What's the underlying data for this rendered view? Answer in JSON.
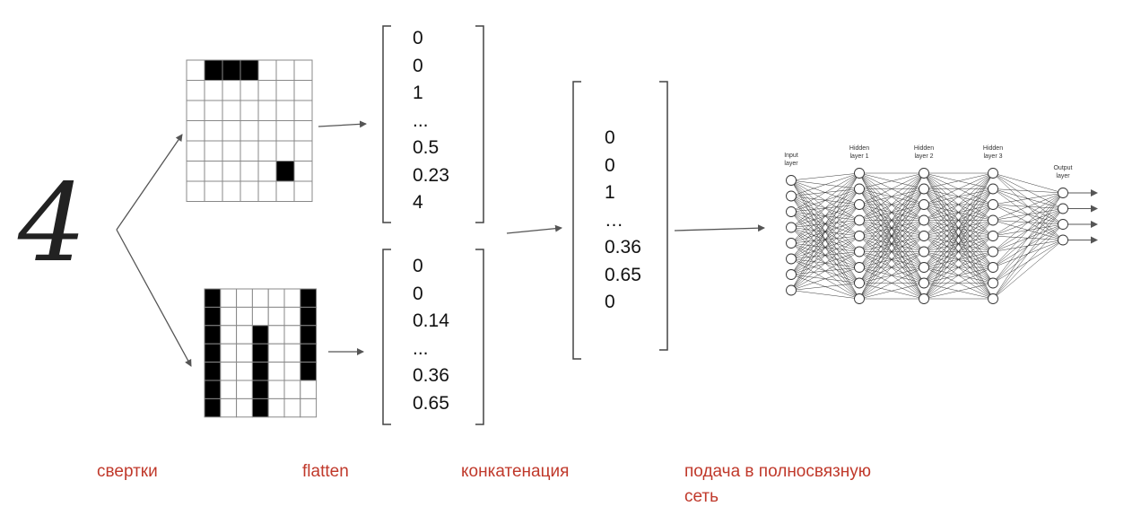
{
  "digit": "4",
  "grid_top": {
    "cols": 7,
    "rows": 7,
    "filled": [
      [
        0,
        1
      ],
      [
        0,
        2
      ],
      [
        0,
        3
      ],
      [
        5,
        5
      ]
    ]
  },
  "grid_bottom": {
    "cols": 7,
    "rows": 7,
    "filled": [
      [
        0,
        0
      ],
      [
        1,
        0
      ],
      [
        2,
        0
      ],
      [
        3,
        0
      ],
      [
        4,
        0
      ],
      [
        5,
        0
      ],
      [
        6,
        0
      ],
      [
        2,
        3
      ],
      [
        3,
        3
      ],
      [
        4,
        3
      ],
      [
        5,
        3
      ],
      [
        6,
        3
      ],
      [
        0,
        6
      ],
      [
        1,
        6
      ],
      [
        2,
        6
      ],
      [
        3,
        6
      ],
      [
        4,
        6
      ]
    ]
  },
  "vector_top": [
    "0",
    "0",
    "1",
    "...",
    "0.5",
    "0.23",
    "4"
  ],
  "vector_bottom": [
    "0",
    "0",
    "0.14",
    "...",
    "0.36",
    "0.65"
  ],
  "vector_concat": [
    "0",
    "0",
    "1",
    "…",
    "0.36",
    "0.65",
    "0"
  ],
  "network": {
    "layers": [
      {
        "label_line1": "Input",
        "label_line2": "layer",
        "nodes": 8
      },
      {
        "label_line1": "Hidden",
        "label_line2": "layer 1",
        "nodes": 9
      },
      {
        "label_line1": "Hidden",
        "label_line2": "layer 2",
        "nodes": 9
      },
      {
        "label_line1": "Hidden",
        "label_line2": "layer 3",
        "nodes": 9
      },
      {
        "label_line1": "Output",
        "label_line2": "layer",
        "nodes": 4
      }
    ]
  },
  "stage_labels": {
    "convolutions": "свертки",
    "flatten": "flatten",
    "concatenation": "конкатенация",
    "feed_line1": "подача в полносвязную",
    "feed_line2": "сеть"
  },
  "colors": {
    "label": "#c0392b",
    "arrow": "#555555",
    "cell_fill": "#000000",
    "grid_line": "#888888"
  }
}
